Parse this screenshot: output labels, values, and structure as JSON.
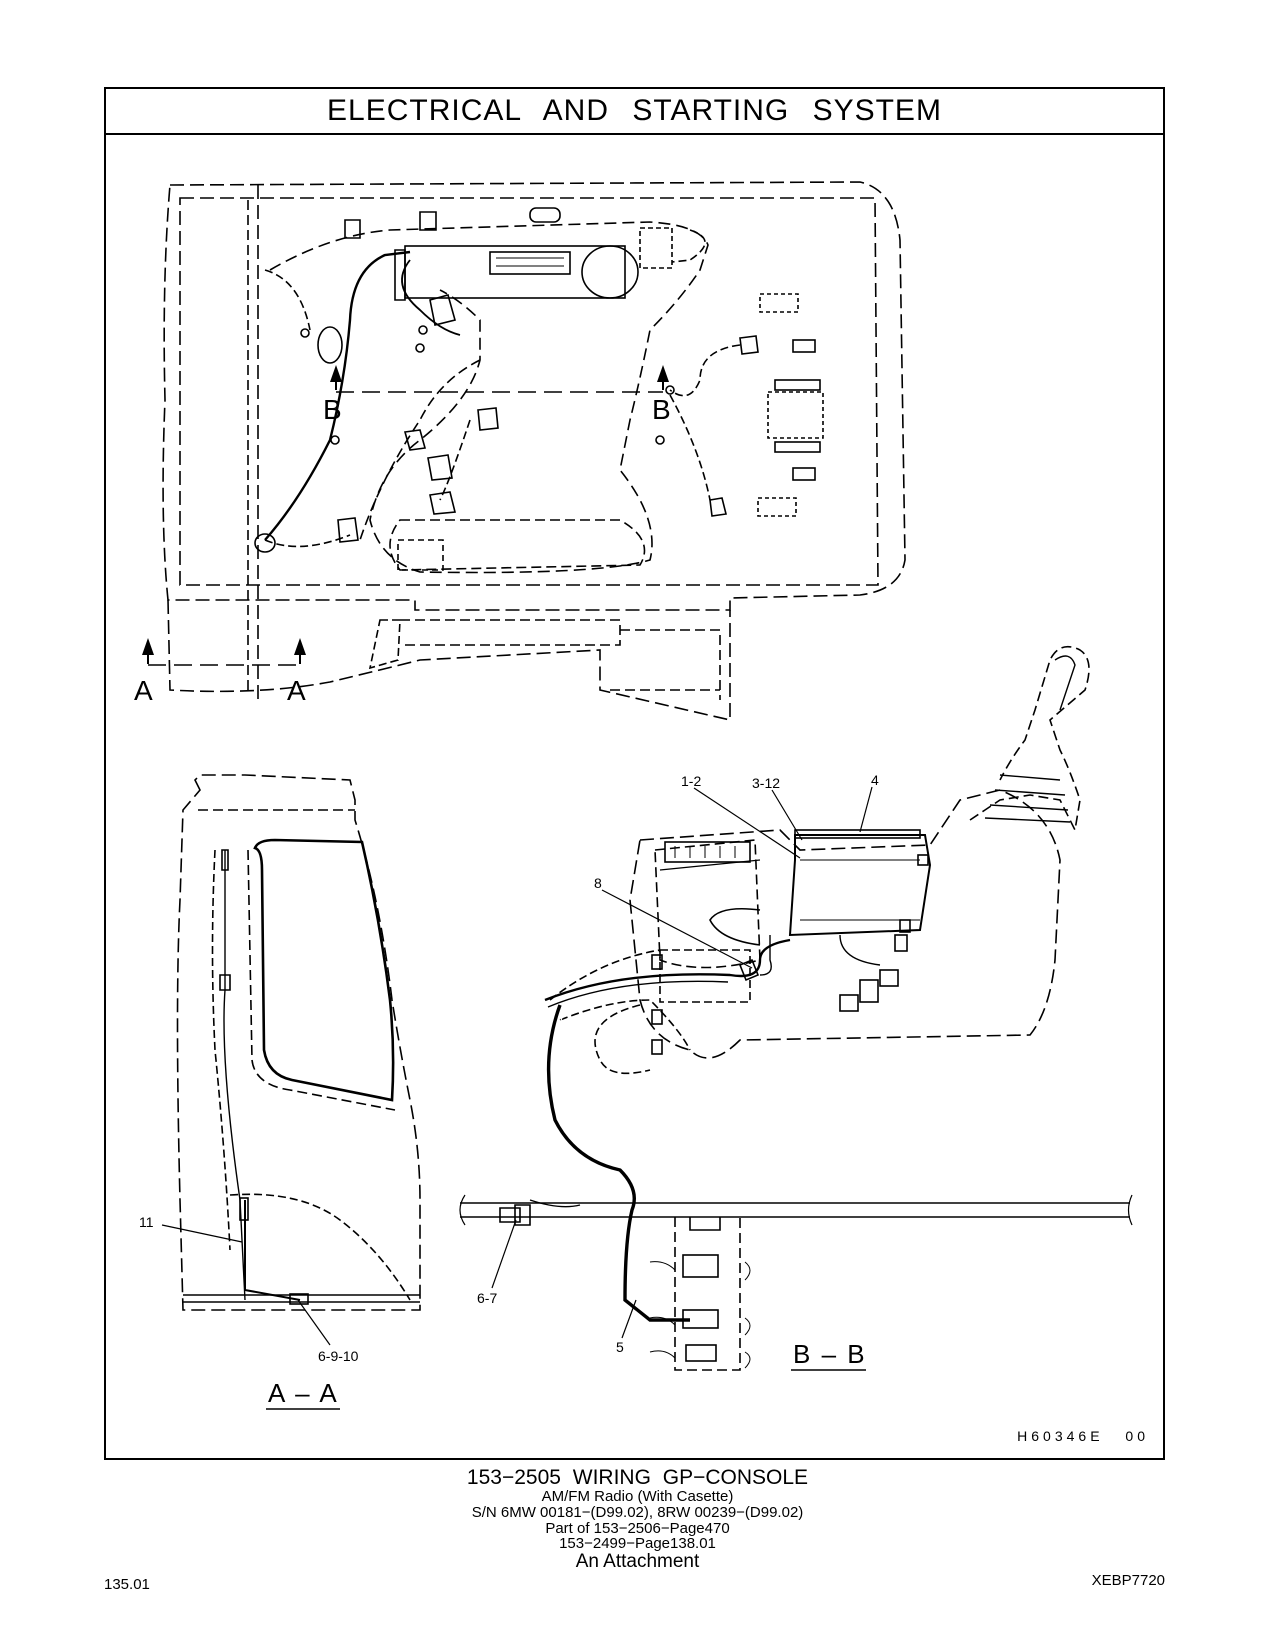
{
  "header": {
    "title": "ELECTRICAL AND STARTING SYSTEM"
  },
  "diagram": {
    "section_labels": {
      "a_left": "A",
      "a_right": "A",
      "b_left": "B",
      "b_right": "B"
    },
    "callouts": {
      "c1_2": "1-2",
      "c3_12": "3-12",
      "c4": "4",
      "c8": "8",
      "c11": "11",
      "c6_7": "6-7",
      "c5": "5",
      "c6_9_10": "6-9-10"
    },
    "views": {
      "a_a": "A – A",
      "b_b": "B – B"
    },
    "drawing_code": "H60346E   00"
  },
  "caption": {
    "title": "153−2505  WIRING  GP−CONSOLE",
    "line1": "AM/FM  Radio (With  Casette)",
    "line2": "S/N 6MW 00181−(D99.02), 8RW 00239−(D99.02)",
    "line3": "Part of 153−2506−Page470",
    "line4": "153−2499−Page138.01",
    "line5": "An Attachment"
  },
  "footer": {
    "page_number": "135.01",
    "doc_code": "XEBP7720"
  }
}
